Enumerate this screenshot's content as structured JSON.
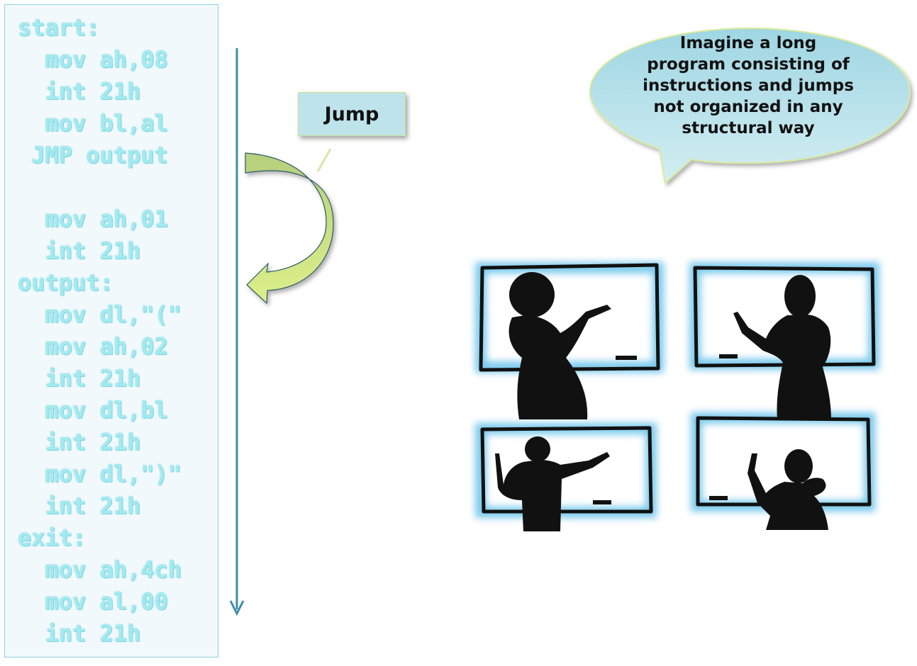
{
  "code": {
    "lines": [
      "start:",
      "  mov ah,08",
      "  int 21h",
      "  mov bl,al",
      " JMP output",
      "",
      "  mov ah,01",
      "  int 21h",
      "output:",
      "  mov dl,\"(\"",
      "  mov ah,02",
      "  int 21h",
      "  mov dl,bl",
      "  int 21h",
      "  mov dl,\")\"",
      "  int 21h",
      "exit:",
      "  mov ah,4ch",
      "  mov al,00",
      "  int 21h"
    ]
  },
  "callout": {
    "label": "Jump"
  },
  "bubble": {
    "lines": [
      "Imagine a long",
      "program consisting of",
      "instructions and jumps",
      "not organized in any",
      "structural way"
    ]
  },
  "illustration": {
    "icon": "teachers-at-whiteboards-icon",
    "panels": 4
  },
  "colors": {
    "code_text": "#a3eaf0",
    "panel_border": "#8fd0dc",
    "flow_arrow": "#3f8ea6",
    "jump_arrow_top": "#b6cf7c",
    "jump_arrow_bottom": "#dcef8a",
    "callout_fill": "#bfe3eb",
    "bubble_fill": "#c2e7ee",
    "glow": "#4fb8e6"
  }
}
